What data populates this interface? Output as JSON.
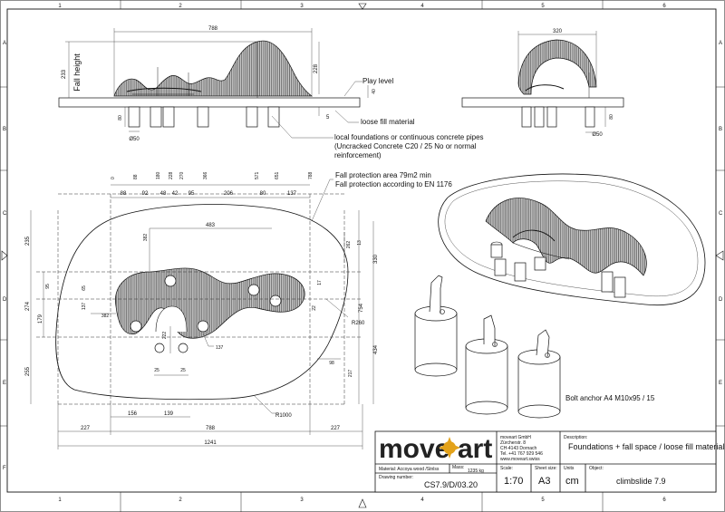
{
  "border": {
    "col_labels": [
      "1",
      "2",
      "3",
      "4",
      "5",
      "6"
    ],
    "row_labels": [
      "A",
      "B",
      "C",
      "D",
      "E",
      "F"
    ]
  },
  "elevation": {
    "dim_width": "788",
    "dim_fall_height_value": "233",
    "fall_height_label": "Fall height",
    "dim_top": "228",
    "dim_play_offset": "40",
    "dim_foundation": "80",
    "dim_diameter": "Ø50",
    "dim_s": "5",
    "play_level": "Play level",
    "loose_fill": "loose fill material",
    "foundation_note": "local foundations or continuous concrete pipes",
    "foundation_note2": "(Uncracked Concrete C20 / 25 No or normal",
    "foundation_note3": "reinforcement)"
  },
  "side_view": {
    "dim_width": "320",
    "dim_foundation": "80",
    "dim_diameter": "Ø50"
  },
  "plan": {
    "top_ticks": [
      "0",
      "88",
      "180",
      "228",
      "270",
      "366",
      "571",
      "651",
      "788"
    ],
    "top_segments": [
      "88",
      "92",
      "48",
      "42",
      "95",
      "206",
      "80",
      "137"
    ],
    "dim_483": "483",
    "dim_382_top": "382",
    "dim_left_235": "235",
    "dim_left_274": "274",
    "dim_left_179": "179",
    "dim_left_255": "255",
    "dim_95": "95",
    "dim_65": "65",
    "dim_137_left": "137",
    "dim_382_left": "382",
    "dim_222": "222",
    "dim_137_bottom": "137",
    "dim_25a": "25",
    "dim_25b": "25",
    "dim_262": "262",
    "dim_13": "13",
    "dim_17": "17",
    "dim_22": "22",
    "dim_98": "98",
    "dim_217": "217",
    "dim_330": "330",
    "dim_434": "434",
    "dim_754": "754",
    "r260": "R260",
    "r1000": "R1000",
    "bottom_156": "156",
    "bottom_139": "139",
    "bottom_227a": "227",
    "bottom_788": "788",
    "bottom_227b": "227",
    "bottom_1241": "1241",
    "fall_area": "Fall protection area 79m2 min",
    "fall_standard": "Fall protection according to EN 1176"
  },
  "bolt_note": "Bolt anchor A4 M10x95 / 15",
  "title_block": {
    "logo_move": "move",
    "logo_art": "art",
    "company": "moveart GmbH",
    "street": "Zürcherstr. 8",
    "city": "CH-4143 Dornach",
    "phone": "Tel. +41 767 929 546",
    "web": "www.moveart.swiss",
    "desc_label": "Description:",
    "desc_value": "Foundations + fall space / loose fill material",
    "material_label": "Material: Accoya wood /Stnlss",
    "mass_label": "Mass:",
    "mass_value": "1235 kg",
    "scale_label": "Scale:",
    "scale_value": "1:70",
    "sheet_label": "Sheet size:",
    "sheet_value": "A3",
    "units_label": "Units",
    "units_value": "cm",
    "object_label": "Object:",
    "object_value": "climbslide 7.9",
    "drawing_label": "Drawing number:",
    "drawing_value": "CS7.9/D/03.20"
  }
}
